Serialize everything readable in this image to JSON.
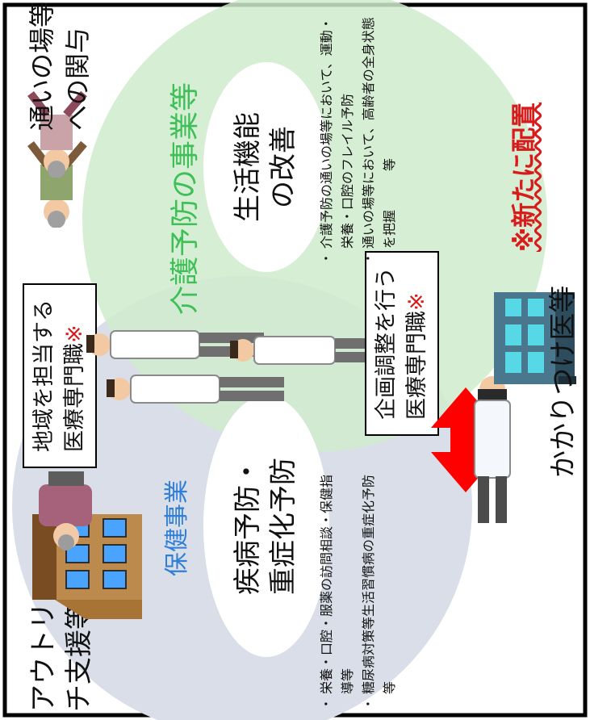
{
  "colors": {
    "health_circle": "#d9dee8",
    "prevention_circle": "#cfeccc",
    "health_title": "#2f7fd7",
    "prevention_title": "#3fbf57",
    "red_note": "#d81b1b",
    "arrow": "#ff0000",
    "hospital_front": "#49778e",
    "hospital_window": "#57d8e6"
  },
  "outreach": {
    "line1": "アウトリー",
    "line2": "チ支援等"
  },
  "health_project": {
    "title": "保健事業",
    "goal_line1": "疾病予防・",
    "goal_line2": "重症化予防",
    "items": [
      "栄養・口腔・服薬の訪問相談・保健指導等",
      "糖尿病対策等生活習慣病の重症化予防　　　等"
    ]
  },
  "regional_pro": {
    "line1": "地域を担当する",
    "line2": "医療専門職",
    "mark": "※"
  },
  "planning_pro": {
    "line1": "企画調整を行う",
    "line2": "医療専門職",
    "mark": "※"
  },
  "prevention_project": {
    "title": "介護予防の事業等",
    "goal_line1": "生活機能",
    "goal_line2": "の改善",
    "items": [
      "介護予防の通いの場等において、運動・栄養・口腔のフレイル予防",
      "通いの場等において、高齢者の全身状態を把握　　　等"
    ]
  },
  "gathering_place": {
    "line1": "通いの場等",
    "line2": "への関与"
  },
  "family_doctor": {
    "label": "かかりつけ医等"
  },
  "new_placement": {
    "label": "※新たに配置"
  },
  "icons": [
    "house-icon",
    "elderly-woman-icon",
    "elderly-walker-icon",
    "nurse-icon",
    "doctor-icon",
    "hospital-icon",
    "double-arrow-icon"
  ]
}
